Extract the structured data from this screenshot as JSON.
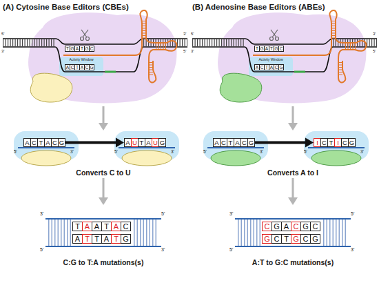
{
  "diagram": {
    "nodes": [
      {
        "text": [
          "T",
          "G",
          "A",
          "T",
          "G",
          "C"
        ]
      },
      {
        "text": [
          "A",
          "C",
          "T",
          "A",
          "C",
          "G"
        ]
      },
      {
        "text": [
          "A",
          "C",
          "T",
          "A",
          "C",
          "G"
        ]
      },
      {
        "text": [
          "A",
          "U",
          "T",
          "A",
          "U",
          "G"
        ]
      },
      {
        "text": [
          "T",
          "A",
          "A",
          "T",
          "A",
          "C"
        ]
      },
      {
        "text": [
          "A",
          "T",
          "T",
          "A",
          "T",
          "G"
        ]
      },
      {
        "text": [
          "T",
          "G",
          "A",
          "T",
          "G",
          "C"
        ]
      },
      {
        "text": [
          "A",
          "C",
          "T",
          "A",
          "C",
          "G"
        ]
      },
      {
        "text": [
          "A",
          "C",
          "T",
          "A",
          "C",
          "G"
        ]
      },
      {
        "text": [
          "I",
          "C",
          "T",
          "I",
          "C",
          "G"
        ]
      },
      {
        "text": [
          "C",
          "G",
          "A",
          "C",
          "G",
          "C"
        ]
      },
      {
        "text": [
          "G",
          "C",
          "T",
          "G",
          "C",
          "G"
        ]
      }
    ],
    "edges": [
      {
        "from": 2,
        "to": 3,
        "arrow": "to"
      },
      {
        "from": 8,
        "to": 9,
        "arrow": "to"
      }
    ],
    "labels": [
      "(A) Cytosine Base Editors (CBEs)",
      "(B) Adenosine Base Editors (ABEs)",
      "5'",
      "3'",
      "3'",
      "5'",
      "Activity Window",
      "5'",
      "3'",
      "5'",
      "3'",
      "Converts C to U",
      "3'",
      "5'",
      "5'",
      "3'",
      "C:G to T:A mutations(s)",
      "5'",
      "3'",
      "3'",
      "5'",
      "Activity Window",
      "5'",
      "3'",
      "5'",
      "3'",
      "Converts A to I",
      "3'",
      "5'",
      "5'",
      "3'",
      "A:T to G:C mutations(s)"
    ]
  }
}
